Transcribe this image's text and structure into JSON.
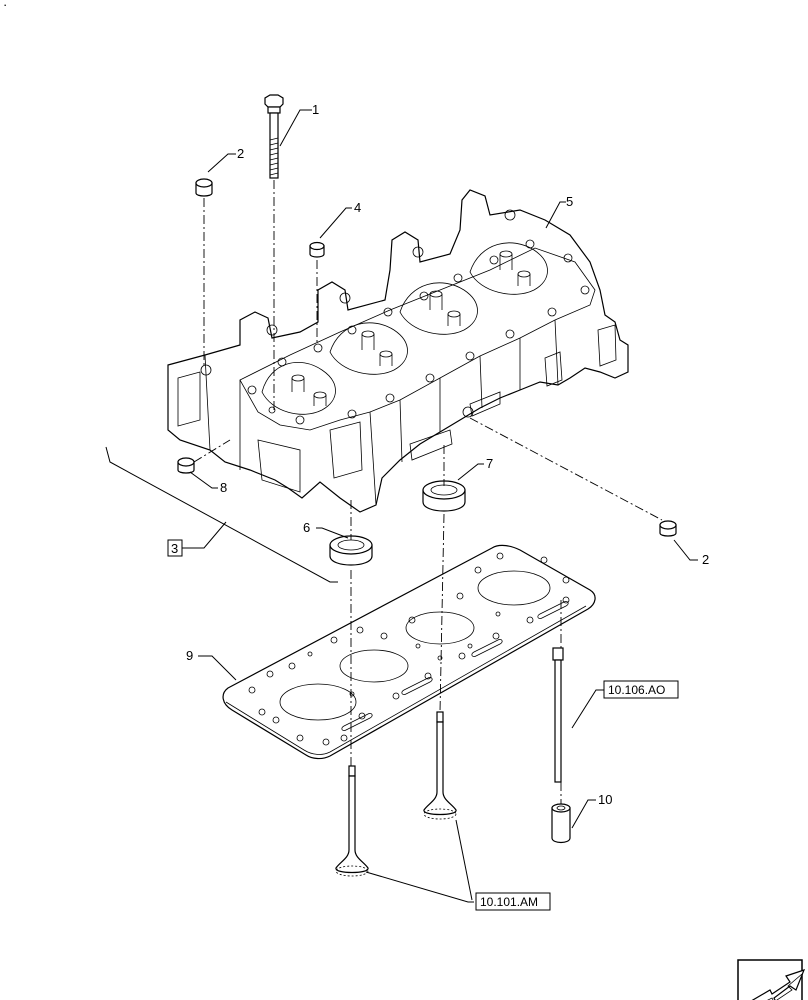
{
  "corner_mark": "·",
  "callouts": {
    "c1": "1",
    "c2a": "2",
    "c2b": "2",
    "c3": "3",
    "c4": "4",
    "c5": "5",
    "c6": "6",
    "c7": "7",
    "c8": "8",
    "c9": "9",
    "c10": "10"
  },
  "references": {
    "valve_spring_group": "10.106.AO",
    "valve_group": "10.101.AM"
  },
  "nav_icon": "next-page-arrow-icon"
}
